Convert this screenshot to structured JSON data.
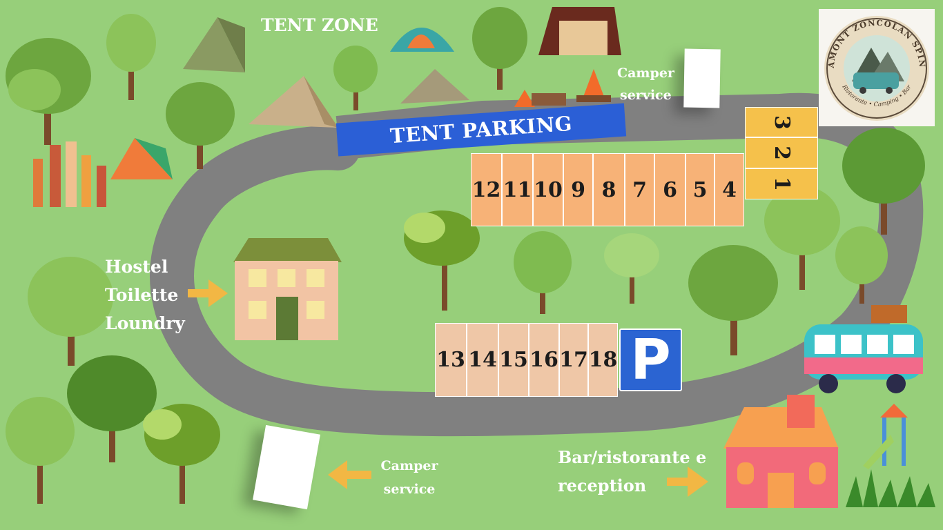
{
  "labels": {
    "tent_zone": "TENT ZONE",
    "tent_parking": "TENT PARKING",
    "camper_service_top": [
      "Camper",
      "service"
    ],
    "camper_service_bottom": [
      "Camper",
      "service"
    ],
    "hostel_lines": [
      "Hostel",
      "Toilette",
      "Loundry"
    ],
    "bar_lines": [
      "Bar/ristorante e",
      "reception"
    ],
    "parking_symbol": "P"
  },
  "logo": {
    "arc_text_top": "AMONT ZONCOLAN SPIN",
    "arc_text_bottom": "Ristorante • Camping • Bar"
  },
  "parking_rows": {
    "top": [
      "12",
      "11",
      "10",
      "9",
      "8",
      "7",
      "6",
      "5",
      "4"
    ],
    "bottom": [
      "13",
      "14",
      "15",
      "16",
      "17",
      "18"
    ],
    "right_column": [
      "3",
      "2",
      "1"
    ]
  },
  "colors": {
    "grass": "#97cf7a",
    "road": "#808080",
    "banner_blue": "#2b5fd6",
    "slot_orange": "#f7b277",
    "slot_peach": "#efc7a7",
    "slot_yellow": "#f5c14b",
    "arrow": "#f2b744",
    "parking_sign": "#2b64d2"
  }
}
